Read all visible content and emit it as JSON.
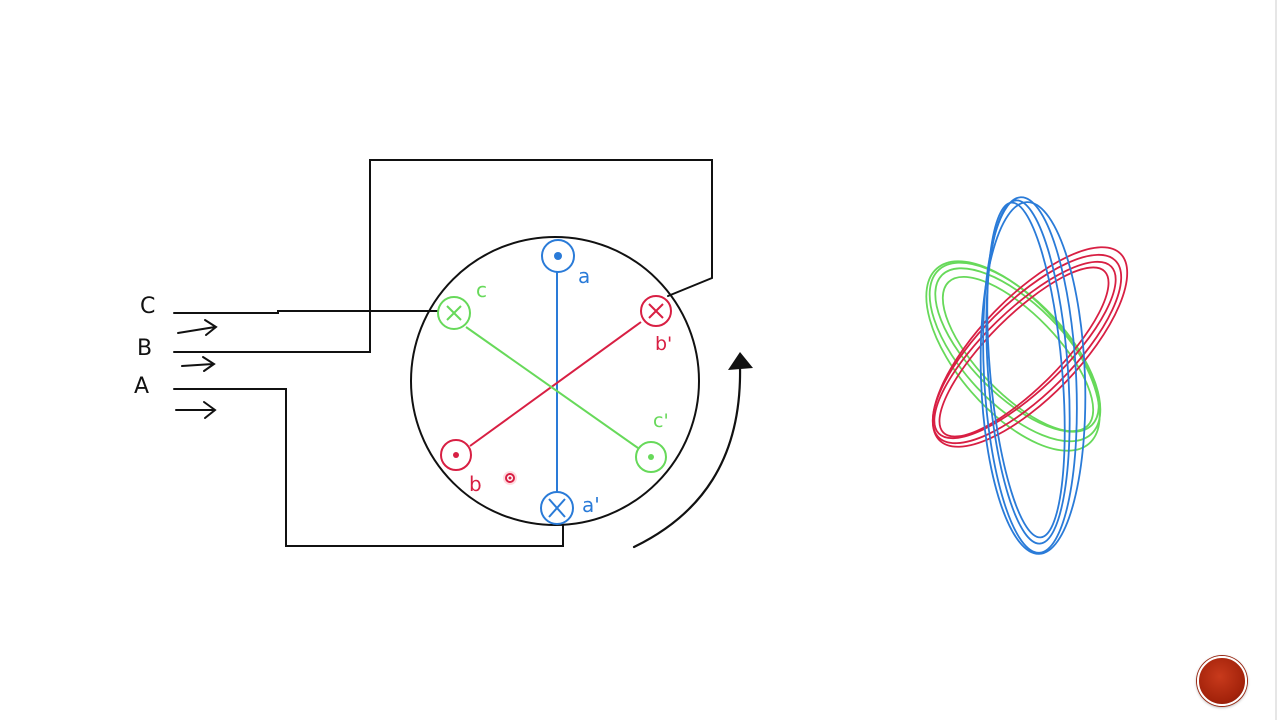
{
  "colors": {
    "ink": "#111111",
    "phase_a": "#2a7bd8",
    "phase_b": "#d81f43",
    "phase_c": "#67d95a",
    "nav_button": "#b02a10"
  },
  "supply_labels": {
    "c": "C",
    "b": "B",
    "a": "A"
  },
  "coil_labels": {
    "a": "a",
    "a_prime": "a'",
    "b": "b",
    "b_prime": "b'",
    "c": "c",
    "c_prime": "c'"
  },
  "icons": {
    "rotation_arrow": "curved-arrow-icon",
    "next_slide": "next-slide-button"
  }
}
